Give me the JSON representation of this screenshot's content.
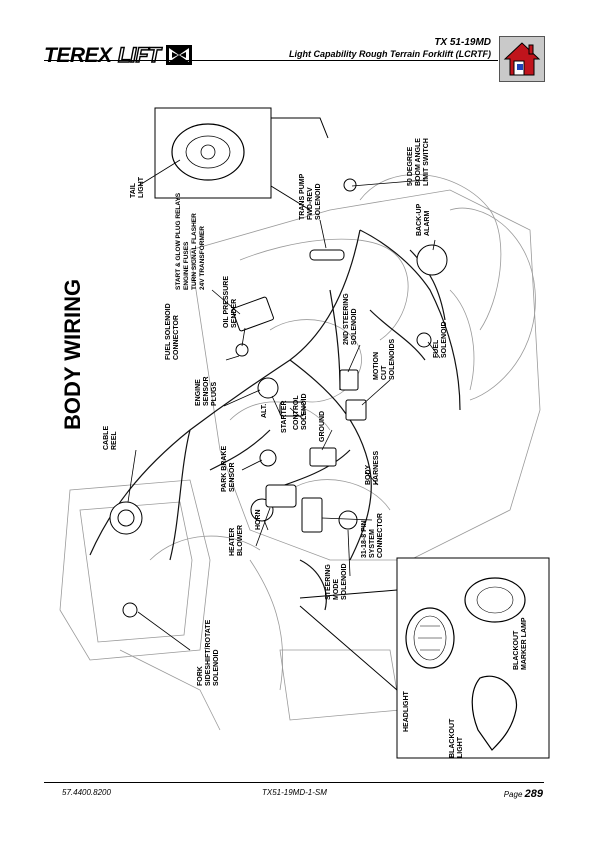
{
  "header": {
    "brand": "TEREX LIFT",
    "model": "TX 51-19MD",
    "subtitle": "Light Capability Rough Terrain Forklift (LCRTF)"
  },
  "diagram": {
    "title": "BODY WIRING",
    "labels": {
      "tail_light": [
        "TAIL",
        "LIGHT"
      ],
      "degree_switch": [
        "50 DEGREE",
        "BOOM ANGLE",
        "LIMIT SWITCH"
      ],
      "trans_pump": [
        "TRANS PUMP",
        "FWD-REV",
        "SOLENOID"
      ],
      "relays": [
        "START & GLOW PLUG RELAYS",
        "ENGINE FUSES",
        "TURN SIGNAL FLASHER",
        "24V TRANSFORMER"
      ],
      "backup_alarm": [
        "BACK-UP",
        "ALARM"
      ],
      "oil_pressure": [
        "OIL PRESSURE",
        "SENDER"
      ],
      "fuel_solenoid_connector": [
        "FUEL SOLENOID",
        "CONNECTOR"
      ],
      "second_steering": [
        "2ND STEERING",
        "SOLENOID"
      ],
      "motion_cut": [
        "MOTION",
        "CUT",
        "SOLENOIDS"
      ],
      "fuel_solenoid": [
        "FUEL",
        "SOLENOID"
      ],
      "engine_sensor": [
        "ENGINE",
        "SENSOR",
        "PLUGS"
      ],
      "control_solenoid": [
        "CONTROL",
        "SOLENOID"
      ],
      "alt": "ALT.",
      "starter": "STARTER",
      "ground": "GROUND",
      "cable_reel": [
        "CABLE",
        "REEL"
      ],
      "park_brake": [
        "PARK BRAKE",
        "SENSOR"
      ],
      "body_harness": [
        "BODY",
        "HARNESS"
      ],
      "horn": "HORN",
      "heater_blower": [
        "HEATER",
        "BLOWER"
      ],
      "system_connector": [
        "31-18-8 PIN",
        "SYSTEM",
        "CONNECTOR"
      ],
      "steering_mode": [
        "STEERING",
        "MODE",
        "SOLENOID"
      ],
      "fork_sideshift": [
        "FORK",
        "SIDESHIFT/ROTATE",
        "SOLENOID"
      ],
      "blackout_marker": [
        "BLACKOUT",
        "MARKER LAMP"
      ],
      "headlight": "HEADLIGHT",
      "blackout_light": [
        "BLACKOUT",
        "LIGHT"
      ]
    }
  },
  "footer": {
    "doc_number": "57.4400.8200",
    "manual": "TX51-19MD-1-SM",
    "page_label": "Page",
    "page_number": "289"
  }
}
